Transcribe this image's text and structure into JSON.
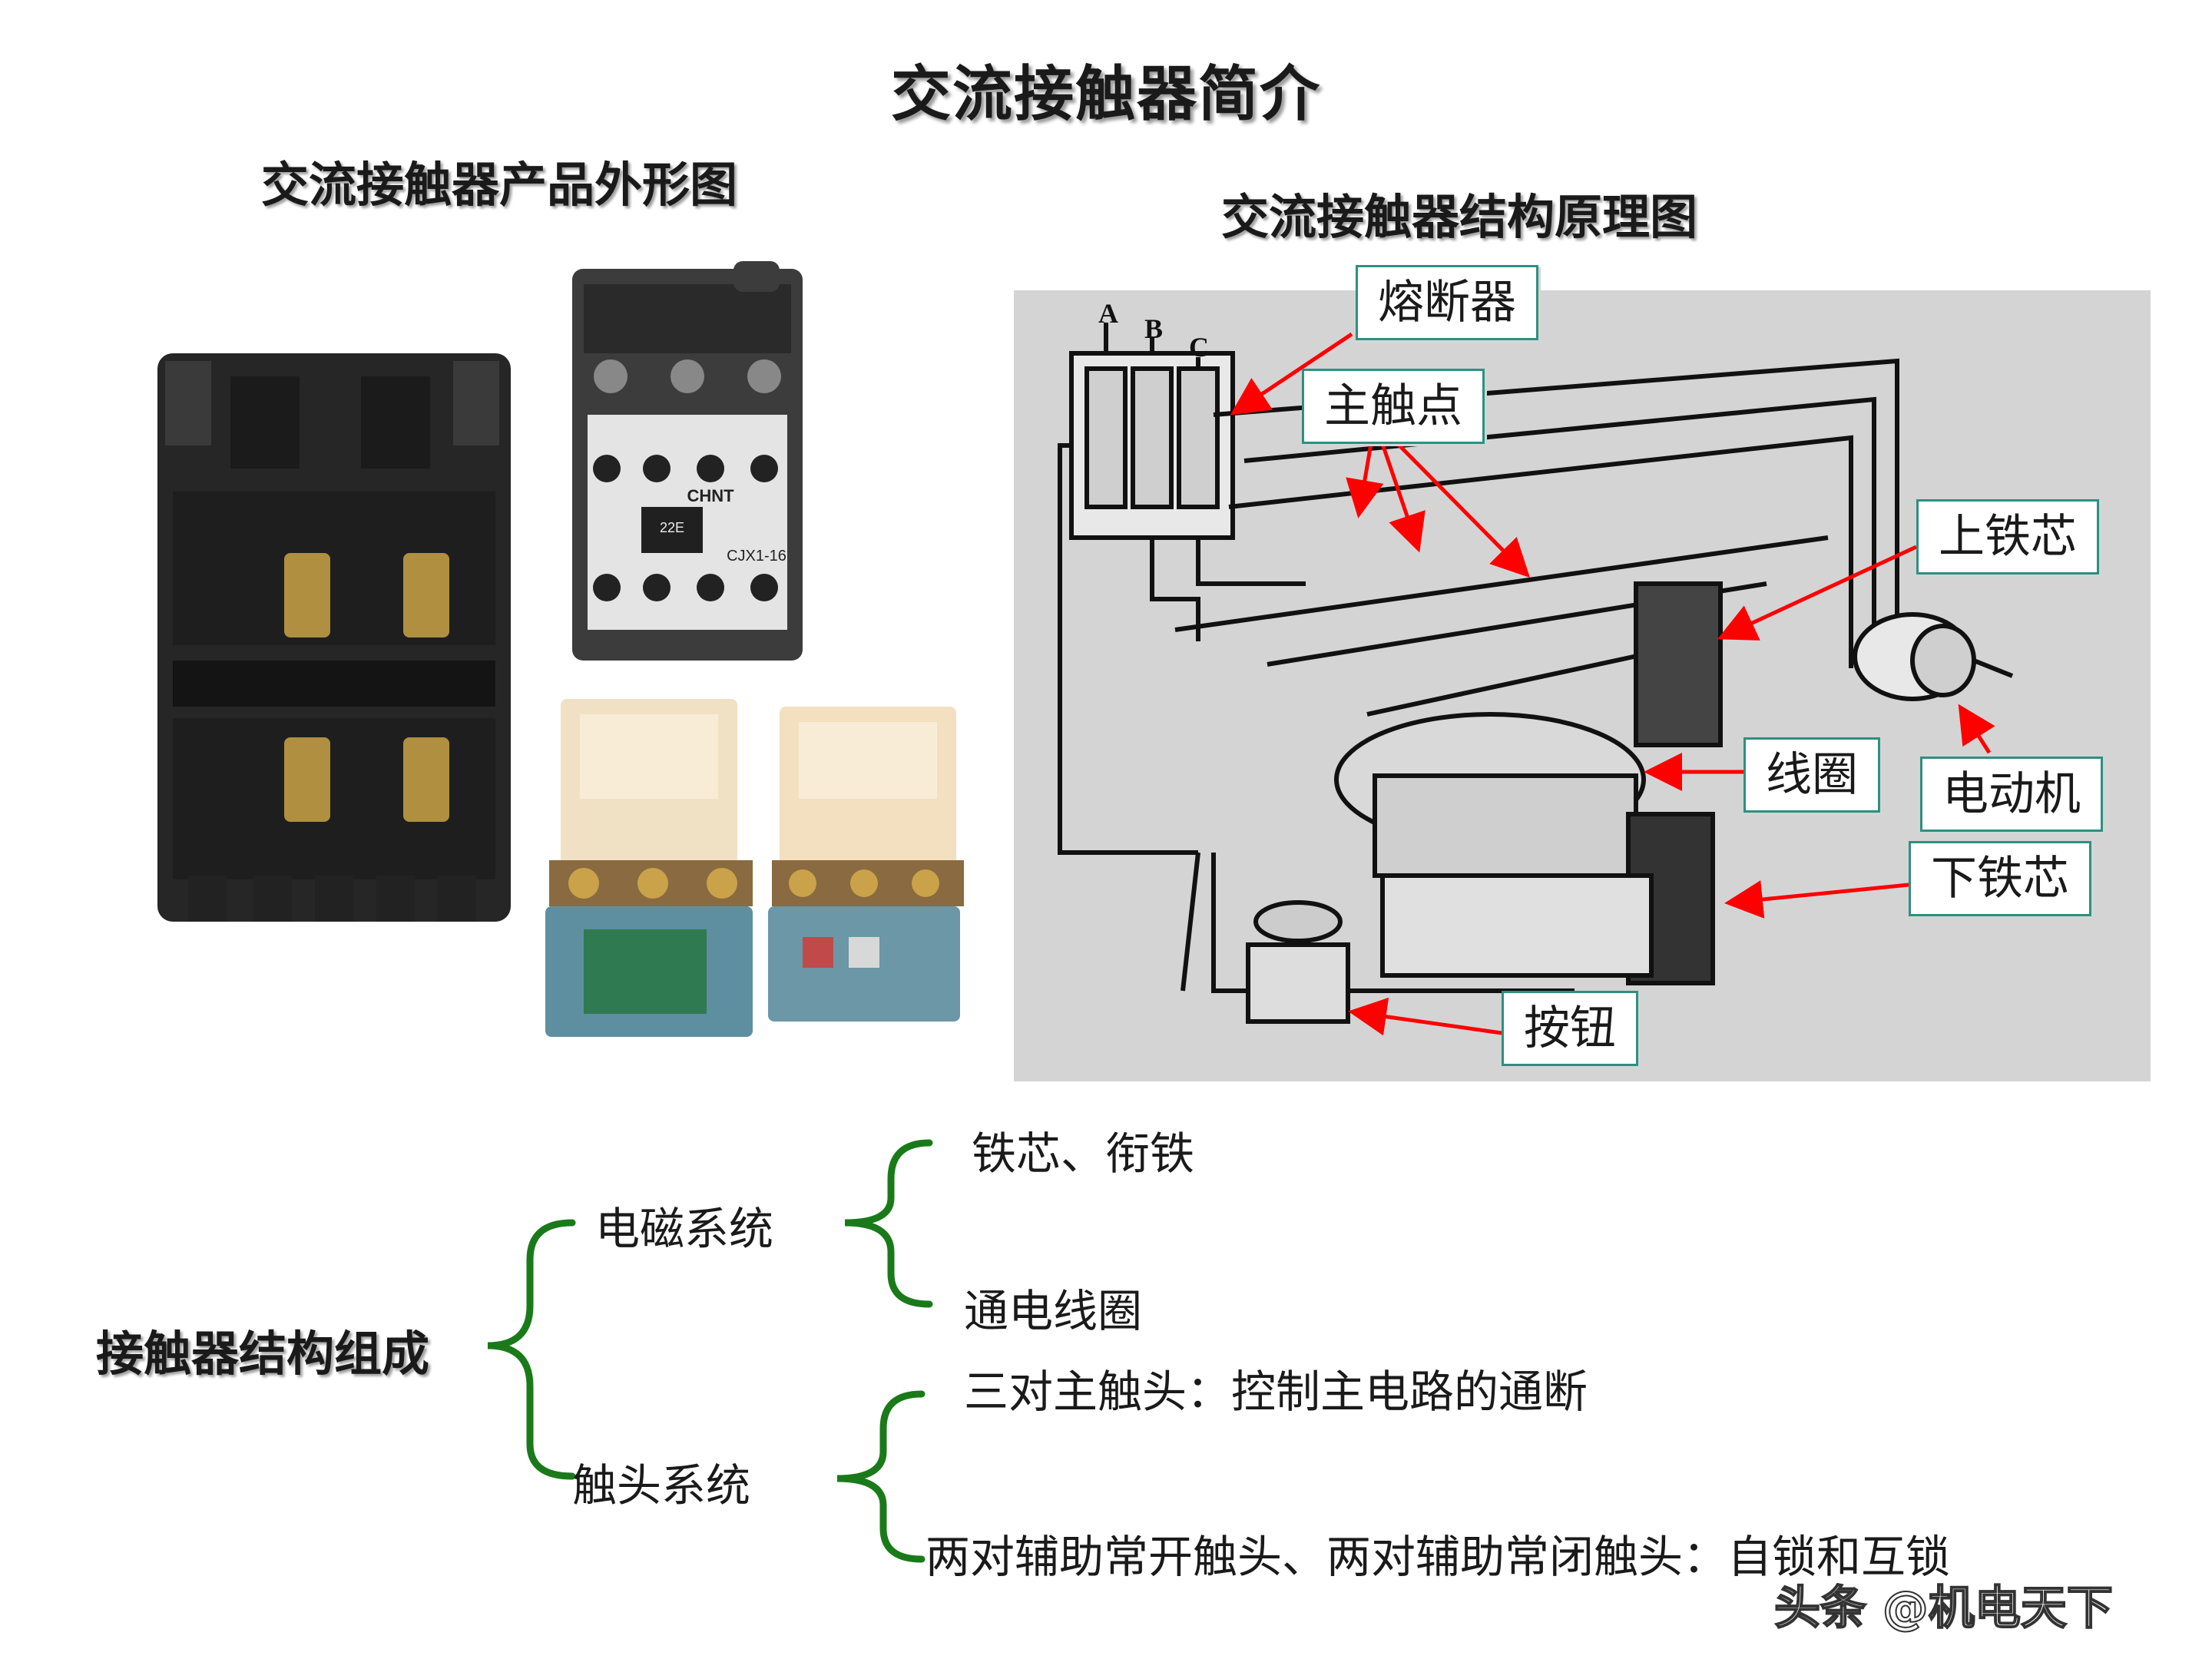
{
  "page": {
    "title": "交流接触器简介",
    "left_subtitle": "交流接触器产品外形图",
    "right_subtitle": "交流接触器结构原理图"
  },
  "product_photos": {
    "chnt_brand": "CHNT",
    "chnt_model": "CJX1-16",
    "chnt_code": "22E",
    "phase_labels": [
      "A",
      "B",
      "C"
    ]
  },
  "schematic": {
    "callouts": {
      "fuse": "熔断器",
      "main_contacts": "主触点",
      "upper_core": "上铁芯",
      "coil": "线圈",
      "motor": "电动机",
      "lower_core": "下铁芯",
      "button": "按钮"
    },
    "accent_color": "#ff0000",
    "callout_border_color": "#2f8f80"
  },
  "structure_tree": {
    "root": "接触器结构组成",
    "branch_em": "电磁系统",
    "leaf_core": "铁芯、衔铁",
    "leaf_coil": "通电线圈",
    "branch_contact": "触头系统",
    "leaf_main": "三对主触头：控制主电路的通断",
    "leaf_aux": "两对辅助常开触头、两对辅助常闭触头：自锁和互锁",
    "brace_color": "#1a7a1a"
  },
  "watermark": "头条 @机电天下"
}
